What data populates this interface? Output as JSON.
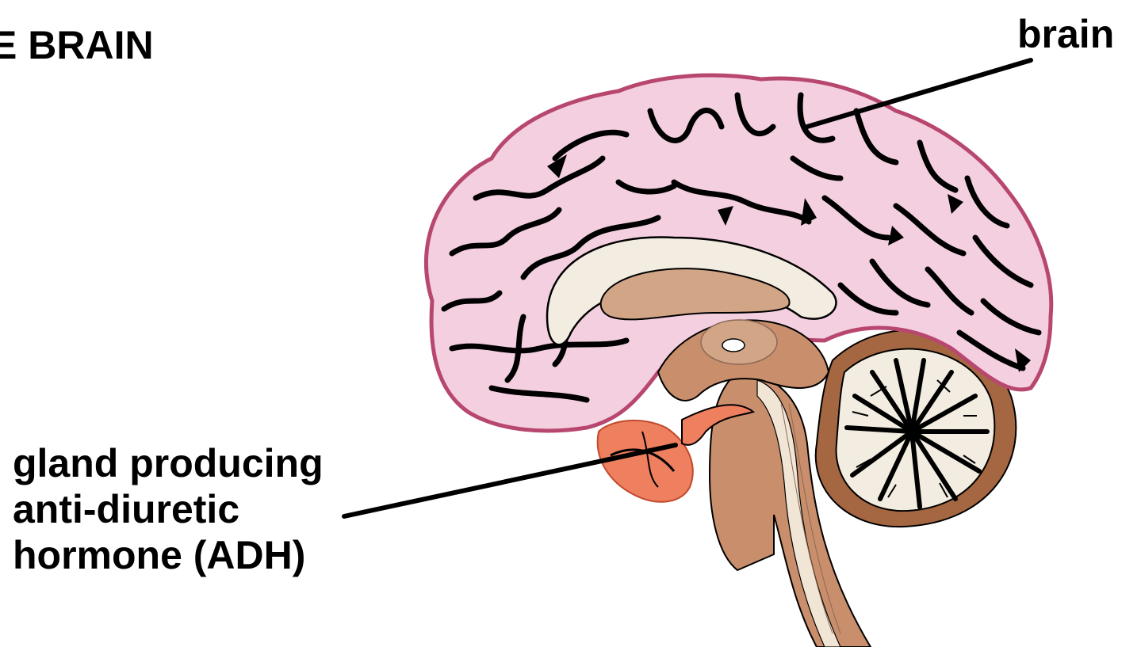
{
  "title": "E BRAIN",
  "labels": {
    "brain": "brain",
    "gland": [
      "gland producing",
      "anti-diuretic",
      "hormone (ADH)"
    ]
  },
  "colors": {
    "cortex_fill": "#f4cfe0",
    "cortex_edge": "#b8476f",
    "sulci": "#000000",
    "white_matter": "#f3ece0",
    "brainstem": "#c98e6c",
    "thalamus": "#d3a587",
    "pituitary": "#ee7f5f",
    "cerebellum_dark": "#a56741"
  }
}
